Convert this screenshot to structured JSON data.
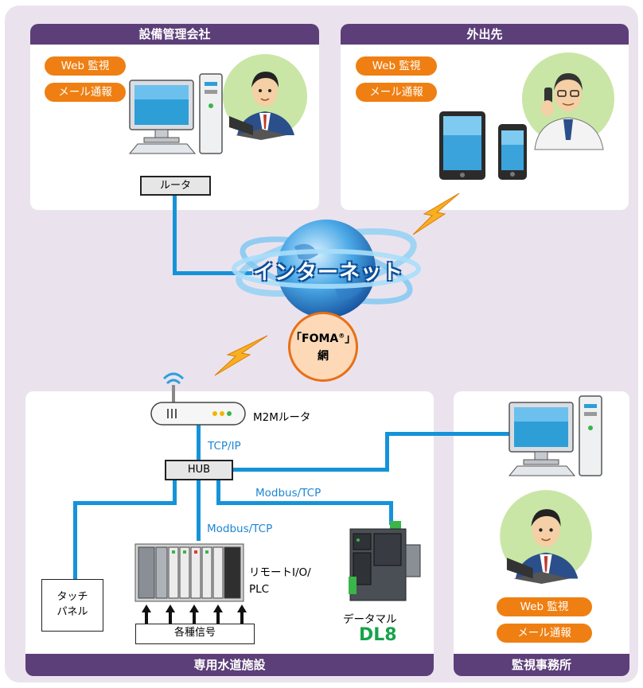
{
  "panels": {
    "facility_company": {
      "title": "設備管理会社",
      "tags": [
        "Web 監視",
        "メール通報"
      ],
      "router_label": "ルータ"
    },
    "remote": {
      "title": "外出先",
      "tags": [
        "Web 監視",
        "メール通報"
      ]
    },
    "water_facility": {
      "title": "専用水道施設",
      "m2m_router_label": "M2Mルータ",
      "tcpip_label": "TCP/IP",
      "hub_label": "HUB",
      "modbus_label_1": "Modbus/TCP",
      "modbus_label_2": "Modbus/TCP",
      "remote_io_label_line1": "リモートI/O/",
      "remote_io_label_line2": "PLC",
      "touch_panel_line1": "タッチ",
      "touch_panel_line2": "パネル",
      "signals_label": "各種信号",
      "datamaru_label": "データマル",
      "dl8_label": "DL8"
    },
    "monitoring_office": {
      "title": "監視事務所",
      "tags": [
        "Web 監視",
        "メール通報"
      ]
    }
  },
  "network": {
    "internet_label": "インターネット",
    "foma_line1": "「FOMA",
    "foma_reg": "®",
    "foma_line1_end": "」",
    "foma_line2": "網"
  },
  "colors": {
    "header": "#5c3f78",
    "tag": "#ef7f12",
    "wire": "#1593d8",
    "dl8": "#17a34a",
    "background": "#eae3ee"
  },
  "icons": [
    "desktop-computer-icon",
    "businessman-laptop-icon",
    "tablet-icon",
    "smartphone-icon",
    "man-phone-icon",
    "globe-icon",
    "lightning-icon",
    "m2m-router-icon",
    "plc-rack-icon",
    "datamaru-device-icon",
    "up-arrow-icon"
  ]
}
